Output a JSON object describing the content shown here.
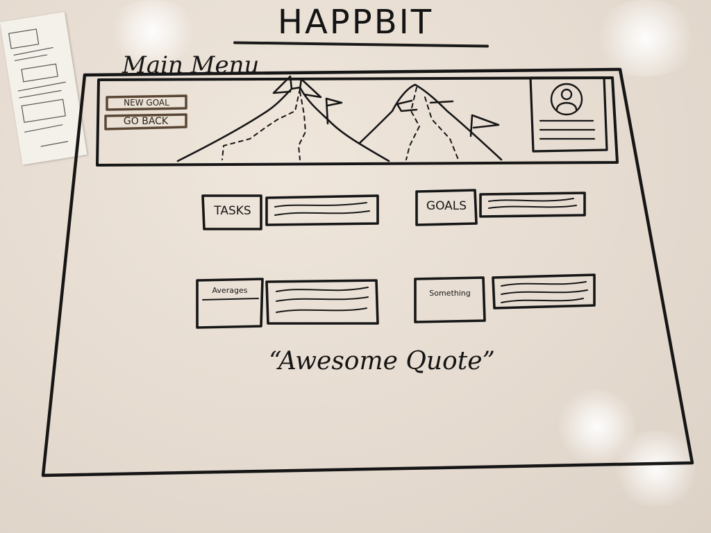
{
  "whiteboard": {
    "title": "HAPPBIT",
    "menu_label": "Main Menu",
    "header": {
      "buttons": [
        {
          "label": "NEW GOAL"
        },
        {
          "label": "GO BACK"
        }
      ],
      "profile_icon": "user-avatar-icon",
      "illustration_icon": "mountains-with-flags-icon"
    },
    "tiles": [
      {
        "label": "TASKS"
      },
      {
        "label": "GOALS"
      },
      {
        "label": "Averages"
      },
      {
        "label": "Something"
      }
    ],
    "quote": "“Awesome Quote”"
  },
  "colors": {
    "ink": "#141414",
    "button_ink": "#5a4634",
    "board": "#e9e0d5"
  }
}
